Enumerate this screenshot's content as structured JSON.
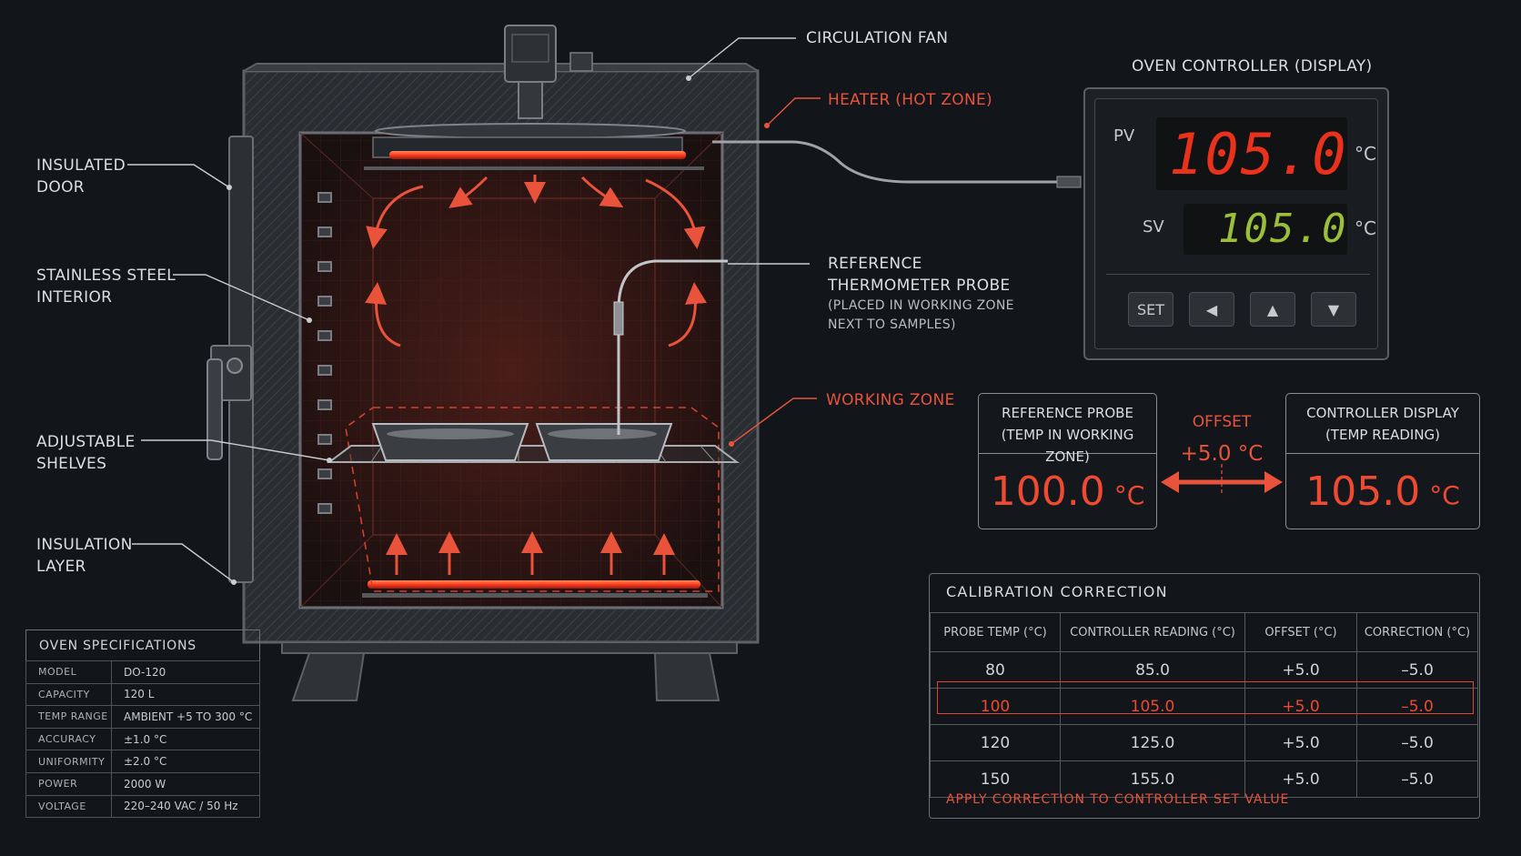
{
  "labels": {
    "circulation_fan": "CIRCULATION FAN",
    "heater": "HEATER (HOT ZONE)",
    "insulated_door": [
      "INSULATED",
      "DOOR"
    ],
    "stainless_interior": [
      "STAINLESS STEEL",
      "INTERIOR"
    ],
    "adjustable_shelves": [
      "ADJUSTABLE",
      "SHELVES"
    ],
    "insulation_layer": [
      "INSULATION",
      "LAYER"
    ],
    "reference_probe": [
      "REFERENCE",
      "THERMOMETER PROBE"
    ],
    "reference_probe_note": [
      "(PLACED IN WORKING ZONE",
      "NEXT TO SAMPLES)"
    ],
    "working_zone": "WORKING ZONE"
  },
  "controller": {
    "title": "OVEN CONTROLLER (DISPLAY)",
    "pv_label": "PV",
    "pv_value": "105.0",
    "sv_label": "SV",
    "sv_value": "105.0",
    "unit": "°C",
    "buttons": {
      "set": "SET",
      "left": "◀",
      "up": "▲",
      "down": "▼"
    },
    "pv_color": "#e8321c",
    "sv_color": "#9cbf3a"
  },
  "offset_compare": {
    "reference": {
      "head": [
        "REFERENCE PROBE",
        "(TEMP IN WORKING ZONE)"
      ],
      "value": "100.0",
      "unit": "°C"
    },
    "offset_label": "OFFSET",
    "offset_value": "+5.0 °C",
    "controller": {
      "head": [
        "CONTROLLER DISPLAY",
        "(TEMP READING)"
      ],
      "value": "105.0",
      "unit": "°C"
    }
  },
  "specs": {
    "title": "OVEN SPECIFICATIONS",
    "rows": [
      {
        "k": "MODEL",
        "v": "DO-120"
      },
      {
        "k": "CAPACITY",
        "v": "120 L"
      },
      {
        "k": "TEMP RANGE",
        "v": "AMBIENT +5 TO 300 °C"
      },
      {
        "k": "ACCURACY",
        "v": "±1.0 °C"
      },
      {
        "k": "UNIFORMITY",
        "v": "±2.0 °C"
      },
      {
        "k": "POWER",
        "v": "2000 W"
      },
      {
        "k": "VOLTAGE",
        "v": "220–240 VAC / 50 Hz"
      }
    ]
  },
  "calibration": {
    "title": "CALIBRATION  CORRECTION",
    "headers": [
      "PROBE TEMP (°C)",
      "CONTROLLER READING (°C)",
      "OFFSET (°C)",
      "CORRECTION (°C)"
    ],
    "rows": [
      [
        "80",
        "85.0",
        "+5.0",
        "–5.0"
      ],
      [
        "100",
        "105.0",
        "+5.0",
        "–5.0"
      ],
      [
        "120",
        "125.0",
        "+5.0",
        "–5.0"
      ],
      [
        "150",
        "155.0",
        "+5.0",
        "–5.0"
      ]
    ],
    "highlight_row": 1,
    "note": "APPLY CORRECTION TO CONTROLLER SET VALUE"
  },
  "colors": {
    "accent": "#e9533c",
    "background": "#121519"
  }
}
